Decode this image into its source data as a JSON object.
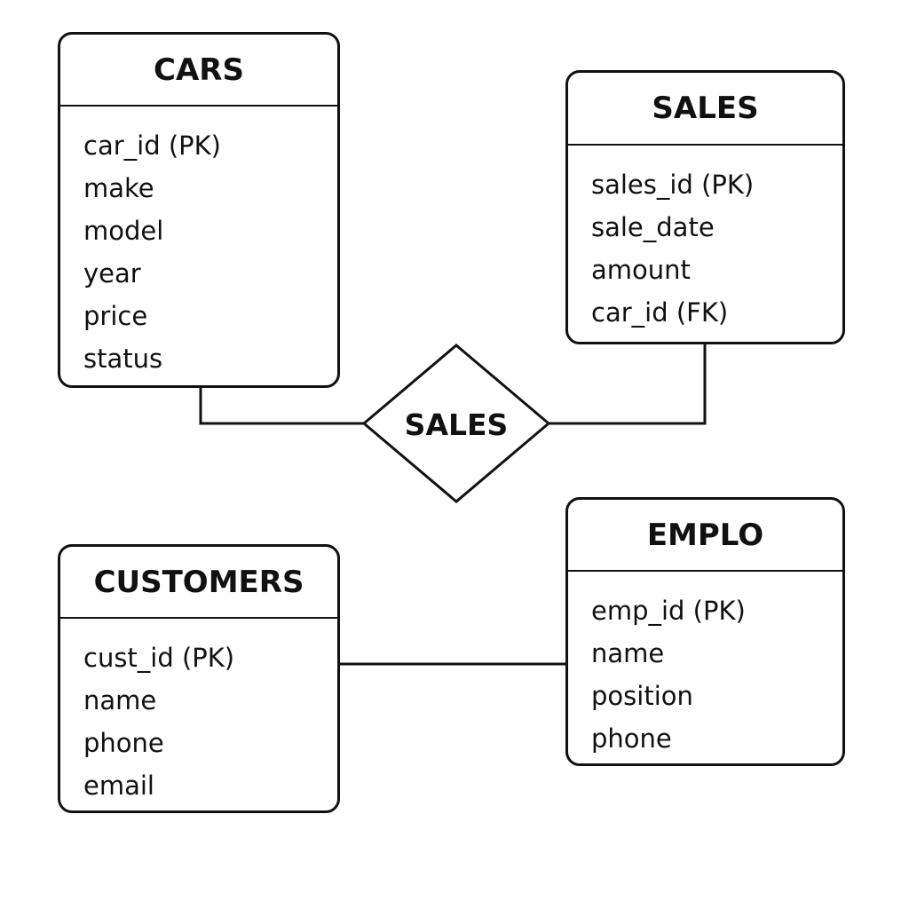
{
  "entities": {
    "cars": {
      "title": "CARS",
      "attributes": [
        "car_id (PK)",
        "make",
        "model",
        "year",
        "price",
        "status"
      ]
    },
    "sales": {
      "title": "SALES",
      "attributes": [
        "sales_id (PK)",
        "sale_date",
        "amount",
        "car_id (FK)"
      ]
    },
    "customers": {
      "title": "CUSTOMERS",
      "attributes": [
        "cust_id (PK)",
        "name",
        "phone",
        "email"
      ]
    },
    "employees": {
      "title": "EMPLO",
      "attributes": [
        "emp_id (PK)",
        "name",
        "position",
        "phone"
      ]
    }
  },
  "relationship": {
    "label": "SALES"
  }
}
